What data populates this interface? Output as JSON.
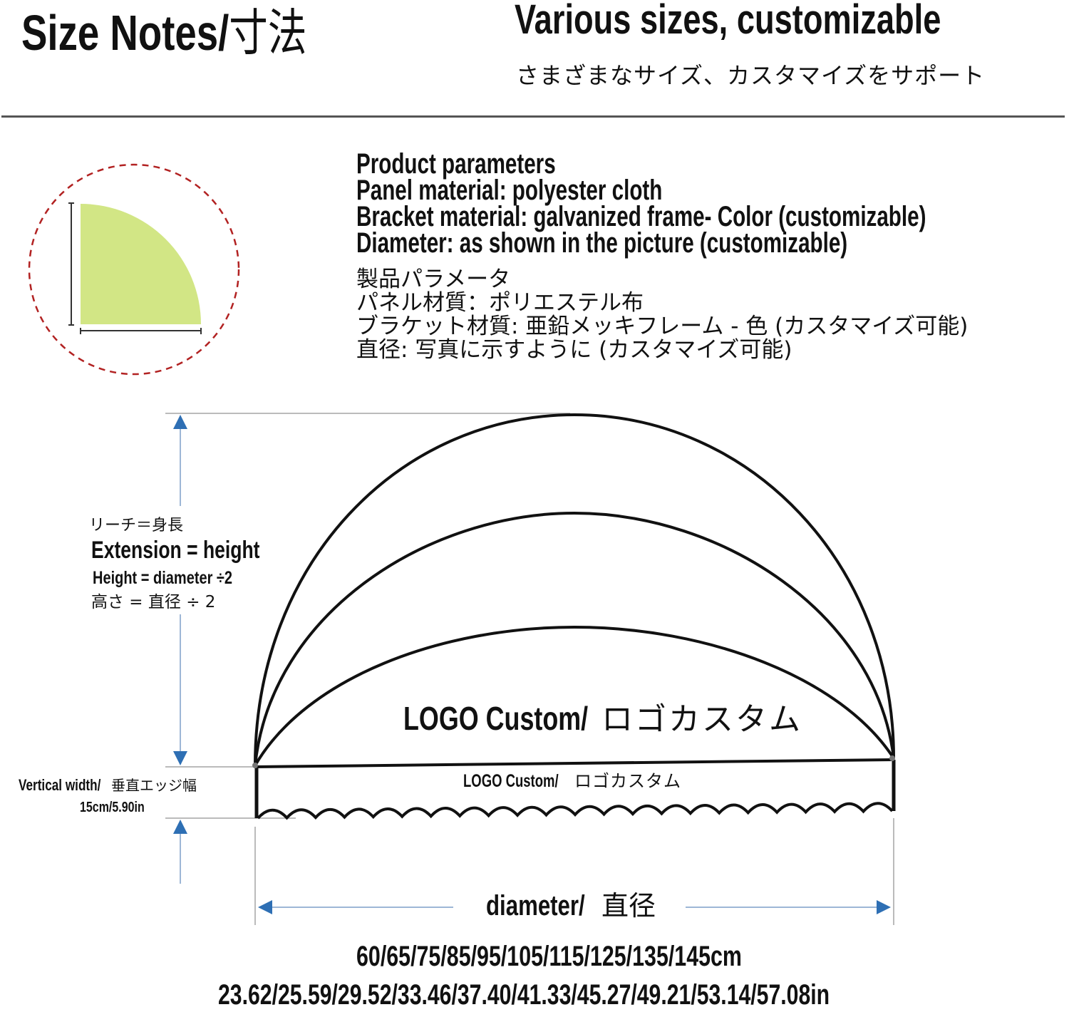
{
  "header": {
    "title_en": "Size Notes/",
    "title_jp": "寸法",
    "subtitle_en": "Various sizes, customizable",
    "subtitle_jp": "さまざまなサイズ、カスタマイズをサポート"
  },
  "params": {
    "en": [
      "Product parameters",
      "Panel material: polyester cloth",
      "Bracket material: galvanized frame- Color (customizable)",
      "Diameter: as shown in the picture (customizable)"
    ],
    "jp": [
      "製品パラメータ",
      "パネル材質：ポリエステル布",
      "ブラケット材質: 亜鉛メッキフレーム - 色 (カスタマイズ可能)",
      "直径: 写真に示すように (カスタマイズ可能)"
    ]
  },
  "diagram": {
    "extension_jp": "リーチ＝身長",
    "extension_en": "Extension = height",
    "height_formula_en": "Height = diameter ÷2",
    "height_formula_jp": "高さ = 直径 ÷ 2",
    "logo_main_en": "LOGO Custom/",
    "logo_main_jp": "ロゴカスタム",
    "logo_band_en": "LOGO Custom/",
    "logo_band_jp": "ロゴカスタム",
    "vertical_width_en": "Vertical width/",
    "vertical_width_jp": "垂直エッジ幅",
    "vertical_width_value": "15cm/5.90in",
    "diameter_en": "diameter/",
    "diameter_jp": "直径",
    "panel_color": "#d2e685",
    "dashed_circle_color": "#b22222",
    "arrow_color": "#2e6fb4"
  },
  "sizes": {
    "cm": "60/65/75/85/95/105/115/125/135/145cm",
    "in": "23.62/25.59/29.52/33.46/37.40/41.33/45.27/49.21/53.14/57.08in"
  }
}
